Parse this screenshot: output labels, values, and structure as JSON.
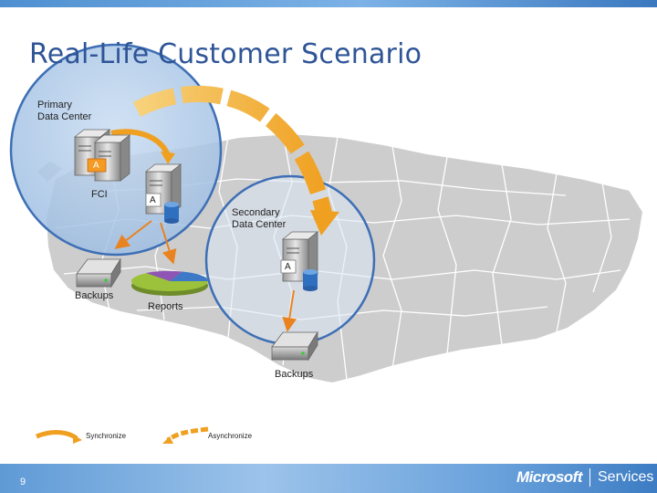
{
  "title": "Real-Life Customer Scenario",
  "labels": {
    "primary_dc": [
      "Primary",
      "Data Center"
    ],
    "secondary_dc": [
      "Secondary",
      "Data Center"
    ],
    "fci": "FCI",
    "backups_left": "Backups",
    "reports": "Reports",
    "backups_right": "Backups",
    "server_tag": "A"
  },
  "legend": {
    "sync": "Synchronize",
    "async": "Asynchronize"
  },
  "footer": {
    "page_number": "9",
    "brand": "Microsoft",
    "brand_suffix": "Services"
  },
  "colors": {
    "title": "#2f5597",
    "primary_circle_fill": "#aac7e8",
    "circle_stroke": "#3e6fb5",
    "map_fill": "#c9c9c9",
    "arrow_gold": "#f2b02e",
    "arrow_orange": "#e98320",
    "tag_orange": "#f59a23"
  },
  "icons": [
    "server-icon",
    "database-icon",
    "backup-drive-icon",
    "pie-chart-icon",
    "sync-arrow-icon",
    "async-arrow-icon"
  ]
}
